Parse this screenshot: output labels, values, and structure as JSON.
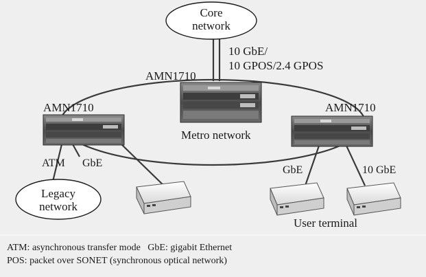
{
  "diagram": {
    "core_network": [
      "Core",
      "network"
    ],
    "legacy_network": [
      "Legacy",
      "network"
    ],
    "metro_network": "Metro network",
    "uplink_label": [
      "10 GbE/",
      "10 GPOS/2.4 GPOS"
    ],
    "node_top_label": "AMN1710",
    "node_left_label": "AMN1710",
    "node_right_label": "AMN1710",
    "link_atm": "ATM",
    "link_gbe_left": "GbE",
    "link_gbe_right": "GbE",
    "link_10gbe": "10 GbE",
    "user_terminal": "User terminal"
  },
  "legend": {
    "line1": "ATM: asynchronous transfer mode   GbE: gigabit Ethernet",
    "line2": "POS: packet over SONET (synchronous optical network)"
  },
  "colors": {
    "background": "#f0efef",
    "line": "#3a3a3a",
    "chassis": "#5a5a5a",
    "terminal": "#f6f6f6"
  }
}
